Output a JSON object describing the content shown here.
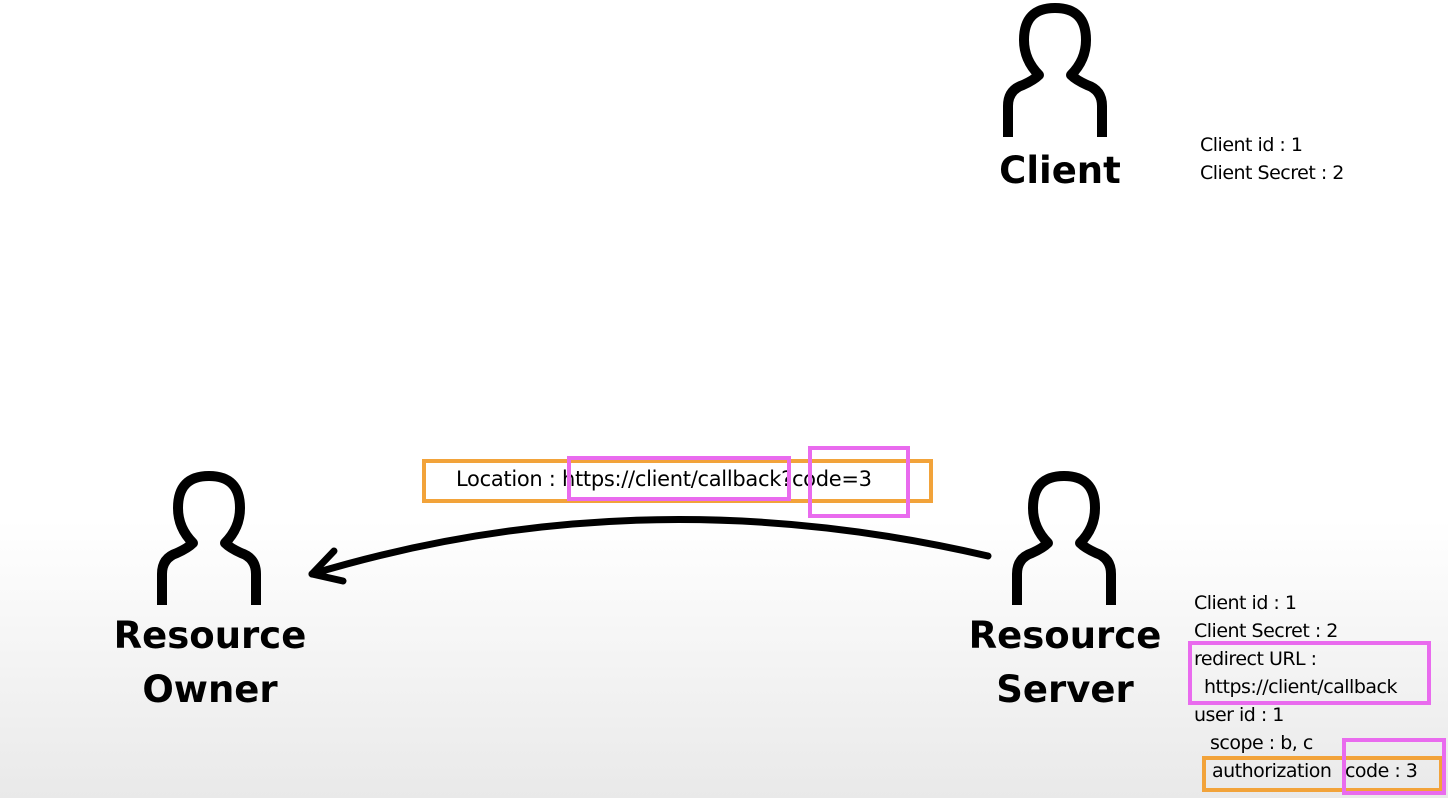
{
  "actors": {
    "client": {
      "label": "Client"
    },
    "resource_owner": {
      "label_line1": "Resource",
      "label_line2": "Owner"
    },
    "resource_server": {
      "label_line1": "Resource",
      "label_line2": "Server"
    }
  },
  "client_info": {
    "client_id": "Client id : 1",
    "client_secret": "Client Secret : 2"
  },
  "server_info": {
    "client_id": "Client id : 1",
    "client_secret": "Client Secret : 2",
    "redirect_label": "redirect URL :",
    "redirect_value": "https://client/callback",
    "user_id": "user id : 1",
    "scope": "scope : b, c",
    "authorization": "authorization",
    "code": "code : 3"
  },
  "message": {
    "location_label": "Location : ",
    "url": "https://client/callback",
    "separator": "?",
    "code": "code=3"
  },
  "colors": {
    "highlight_orange": "#f2a33a",
    "highlight_pink": "#e96bee",
    "ink": "#000000"
  },
  "icons": {
    "actor": "person-outline-icon",
    "arrow": "arrow-left-icon"
  }
}
